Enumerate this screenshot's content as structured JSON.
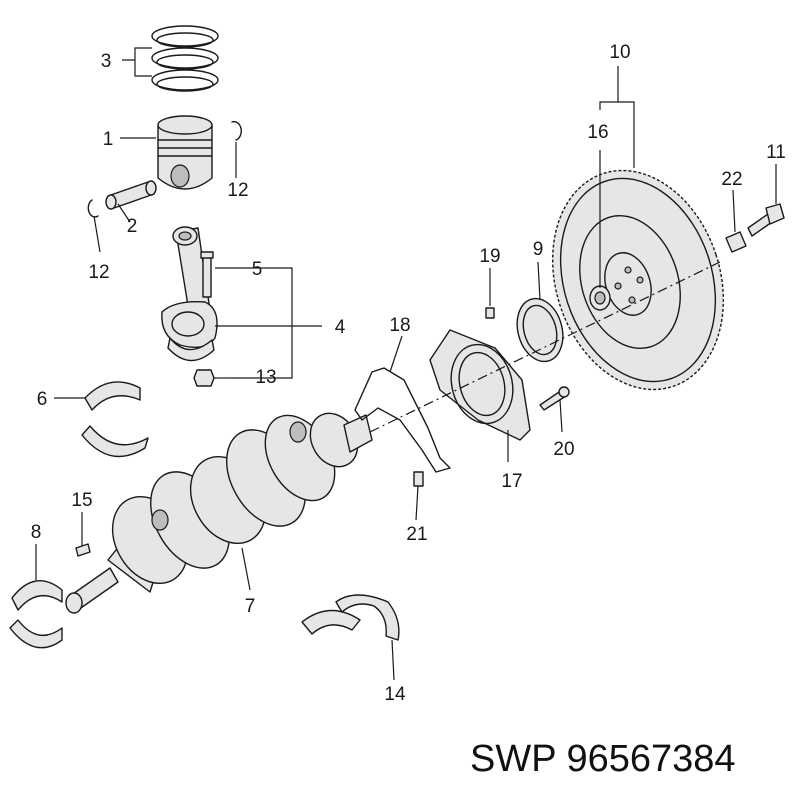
{
  "callouts": {
    "c1": "1",
    "c2": "2",
    "c3": "3",
    "c4": "4",
    "c5": "5",
    "c6": "6",
    "c7": "7",
    "c8": "8",
    "c9": "9",
    "c10": "10",
    "c11": "11",
    "c12a": "12",
    "c12b": "12",
    "c13": "13",
    "c14": "14",
    "c15": "15",
    "c16": "16",
    "c17": "17",
    "c18": "18",
    "c19": "19",
    "c20": "20",
    "c21": "21",
    "c22": "22"
  },
  "footer": {
    "brand": "SWP",
    "part_number": "96567384"
  },
  "colors": {
    "line": "#1a1a1a",
    "fill": "#e6e6e6",
    "background": "#ffffff"
  }
}
